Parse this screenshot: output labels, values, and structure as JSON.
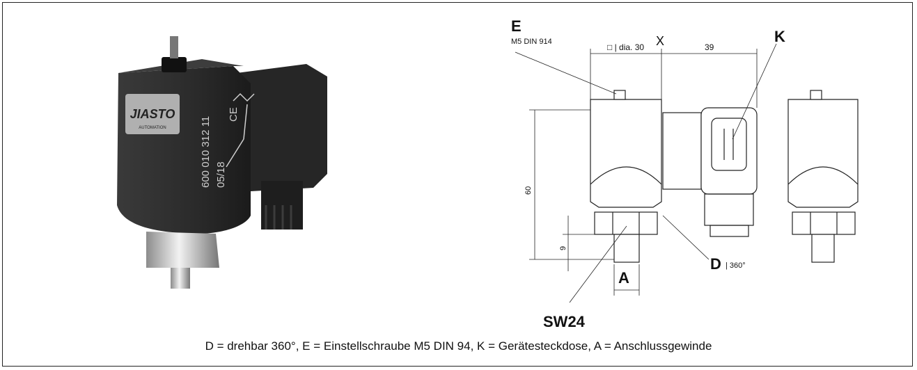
{
  "product_photo": {
    "brand": "JIASTO",
    "brand_sub": "AUTOMATION",
    "print_lines": [
      "600 010 312 11",
      "05/18"
    ],
    "ce_mark": "CE"
  },
  "drawing": {
    "label_e": "E",
    "label_e_note": "M5 DIN 914",
    "dim_width": "□ | dia. 30",
    "label_x": "X",
    "dim_39": "39",
    "label_k": "K",
    "dim_60": "60",
    "dim_9": "9",
    "label_d": "D",
    "label_d_note": "| 360°",
    "label_a": "A",
    "label_sw": "SW24"
  },
  "caption": "D = drehbar 360°, E = Einstellschraube M5 DIN 94, K = Gerätesteckdose, A = Anschlussgewinde",
  "colors": {
    "housing": "#2b2b2b",
    "metal": "#c9c9c9",
    "line": "#222222"
  }
}
